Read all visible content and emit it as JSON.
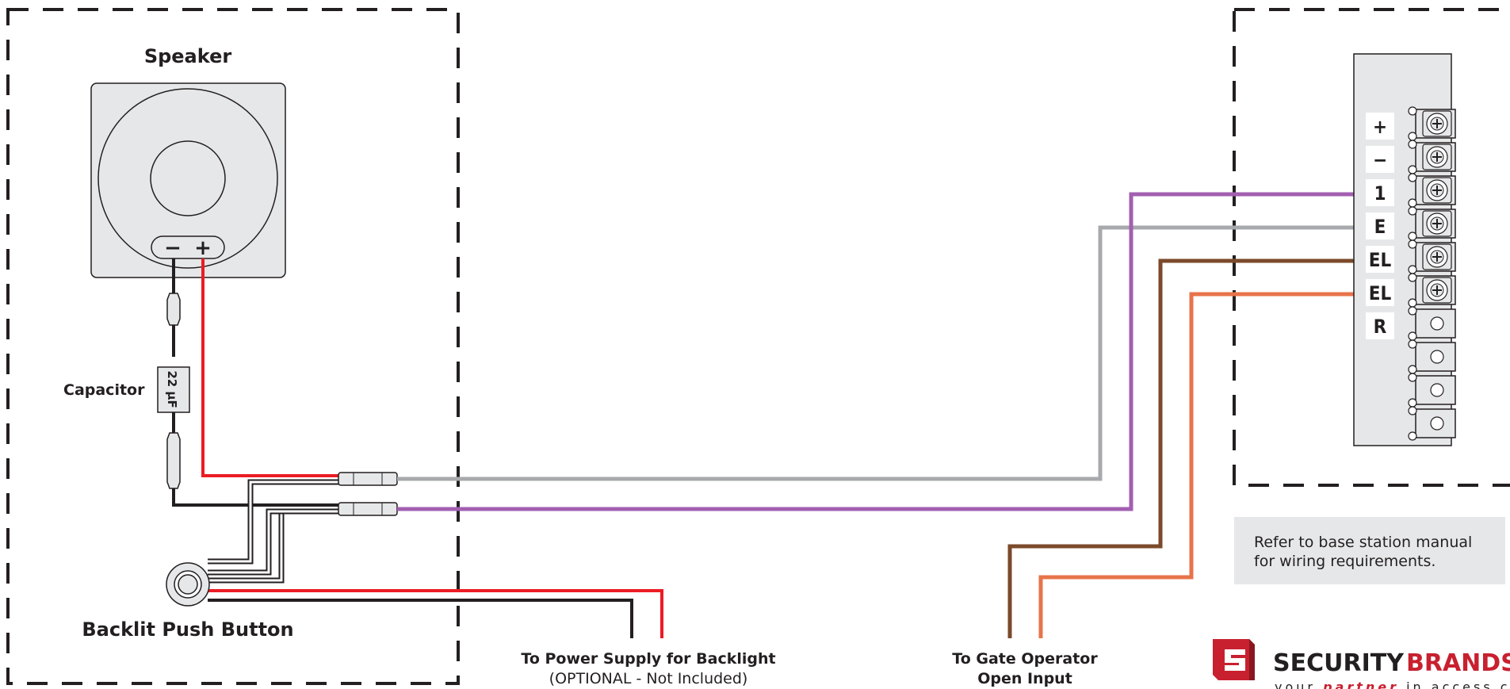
{
  "speaker": {
    "title": "Speaker",
    "minus": "−",
    "plus": "+"
  },
  "capacitor": {
    "label": "Capacitor",
    "value": "22 μF"
  },
  "push_button": {
    "label": "Backlit Push Button"
  },
  "power_supply": {
    "line1": "To Power Supply for Backlight",
    "line2": "(OPTIONAL - Not Included)"
  },
  "gate_operator": {
    "line1": "To Gate Operator",
    "line2": "Open Input"
  },
  "terminal_block": {
    "labels": [
      "+",
      "−",
      "1",
      "E",
      "EL",
      "EL",
      "R"
    ]
  },
  "note": {
    "line1": "Refer to base station manual",
    "line2": "for wiring requirements."
  },
  "brand": {
    "name_part1": "SECURITY",
    "name_part2": "BRANDS",
    "tagline_part1": "your",
    "tagline_partner": "partner",
    "tagline_part2": "in access co"
  },
  "colors": {
    "red": "#ec1c24",
    "black": "#231f20",
    "gray": "#a7a9ac",
    "purple": "#a25fb0",
    "brown": "#7b4a2b",
    "orange": "#e8734a",
    "panel": "#e6e7e8",
    "brand_red": "#c8202f"
  }
}
